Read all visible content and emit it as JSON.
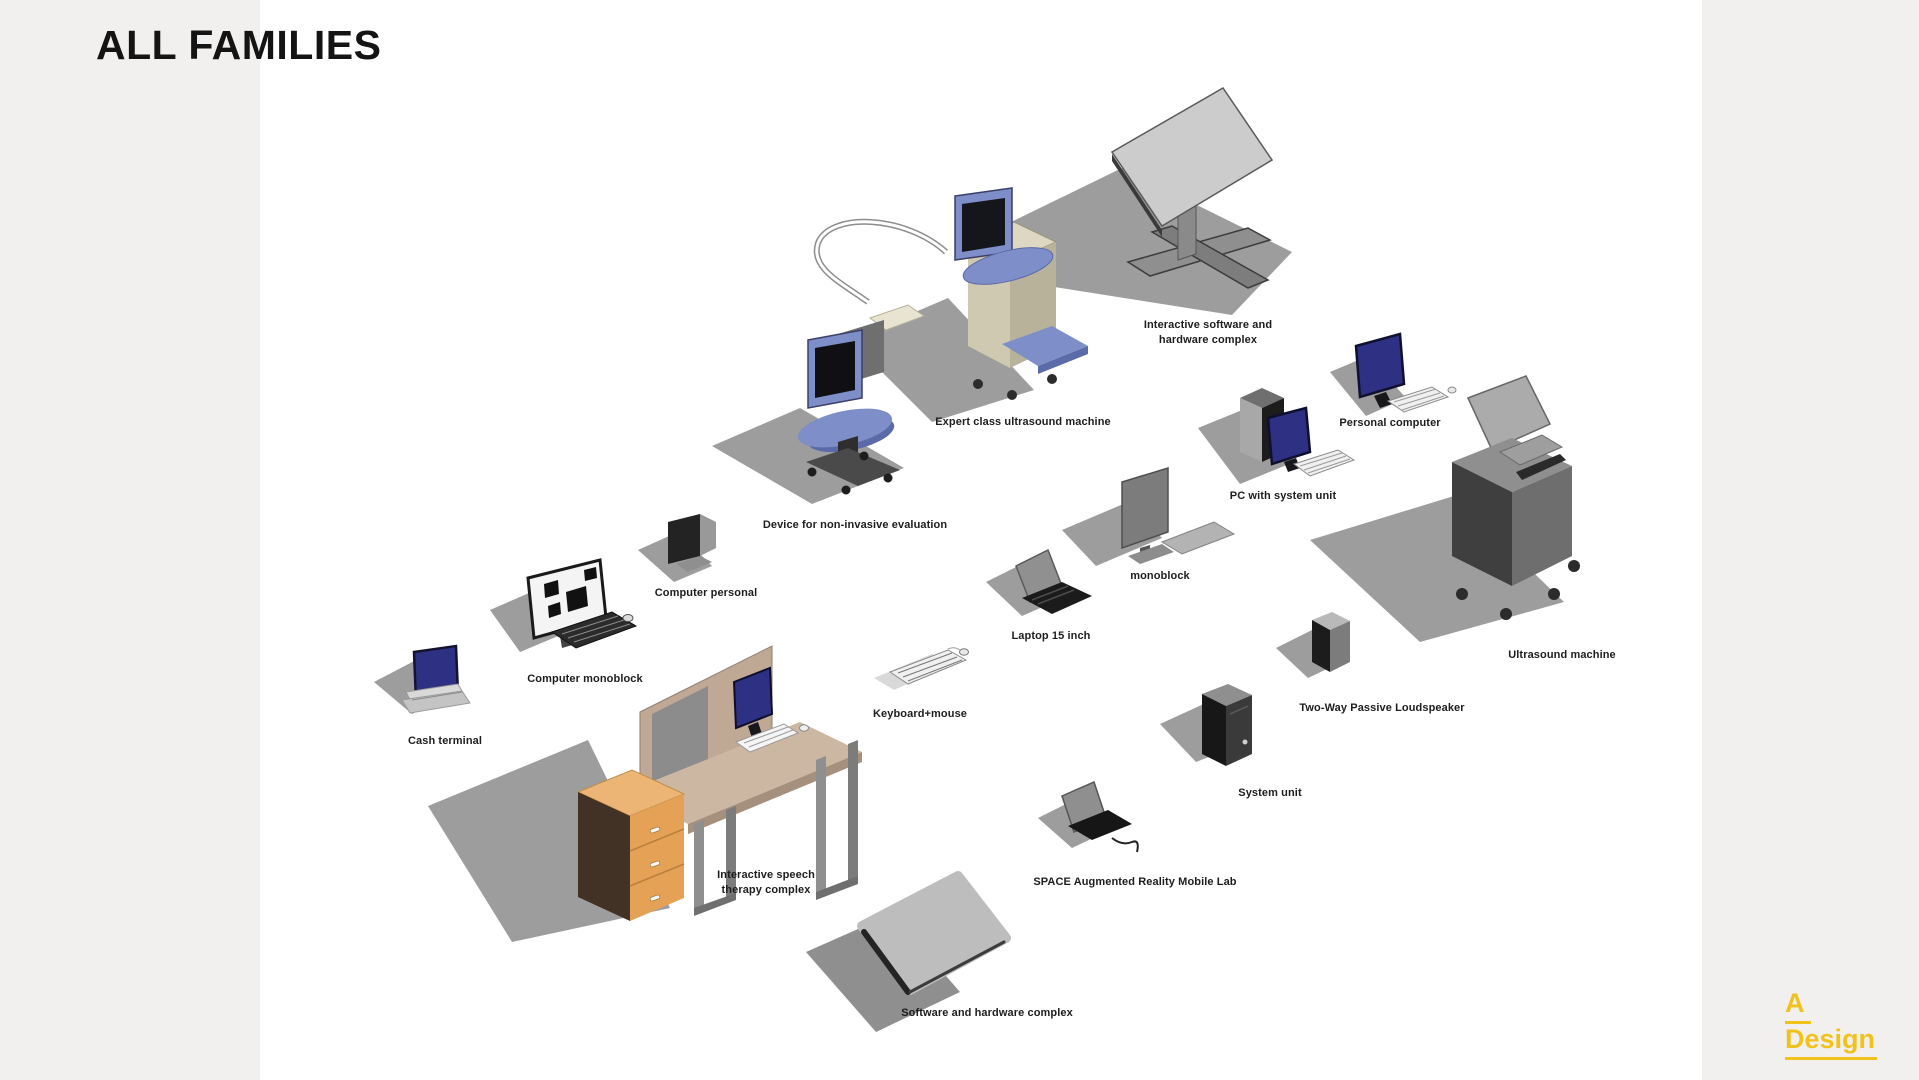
{
  "page": {
    "title": "ALL FAMILIES",
    "background_color": "#ffffff",
    "side_panel_color": "#f1f0ee",
    "label_color": "#1d1d1d",
    "accent_color": "#f2c21c"
  },
  "logo": {
    "line1": "A",
    "line2": "Design"
  },
  "colors": {
    "shadow_gray": "#9d9d9d",
    "panel_light_gray": "#cccccc",
    "machine_navy_screen": "#2e3183",
    "machine_periwinkle": "#7d8ec8",
    "machine_beige": "#d8d2bd",
    "desk_tan": "#c0a994",
    "drawer_orange": "#e5a256"
  },
  "items": [
    {
      "id": "interactive-software-hardware-complex",
      "label": "Interactive software and\nhardware complex"
    },
    {
      "id": "expert-class-ultrasound-machine",
      "label": "Expert class ultrasound machine"
    },
    {
      "id": "personal-computer",
      "label": "Personal computer"
    },
    {
      "id": "pc-with-system-unit",
      "label": "PC with system unit"
    },
    {
      "id": "device-for-non-invasive-evaluation",
      "label": "Device for non-invasive evaluation"
    },
    {
      "id": "monoblock",
      "label": "monoblock"
    },
    {
      "id": "computer-personal",
      "label": "Computer personal"
    },
    {
      "id": "laptop-15-inch",
      "label": "Laptop 15 inch"
    },
    {
      "id": "ultrasound-machine",
      "label": "Ultrasound machine"
    },
    {
      "id": "computer-monoblock",
      "label": "Computer monoblock"
    },
    {
      "id": "keyboard-mouse",
      "label": "Keyboard+mouse"
    },
    {
      "id": "two-way-passive-loudspeaker",
      "label": "Two-Way Passive Loudspeaker"
    },
    {
      "id": "cash-terminal",
      "label": "Cash terminal"
    },
    {
      "id": "system-unit",
      "label": "System unit"
    },
    {
      "id": "interactive-speech-therapy-complex",
      "label": "Interactive speech\ntherapy complex"
    },
    {
      "id": "space-augmented-reality-mobile-lab",
      "label": "SPACE Augmented Reality Mobile Lab"
    },
    {
      "id": "software-and-hardware-complex",
      "label": "Software and hardware complex"
    }
  ]
}
